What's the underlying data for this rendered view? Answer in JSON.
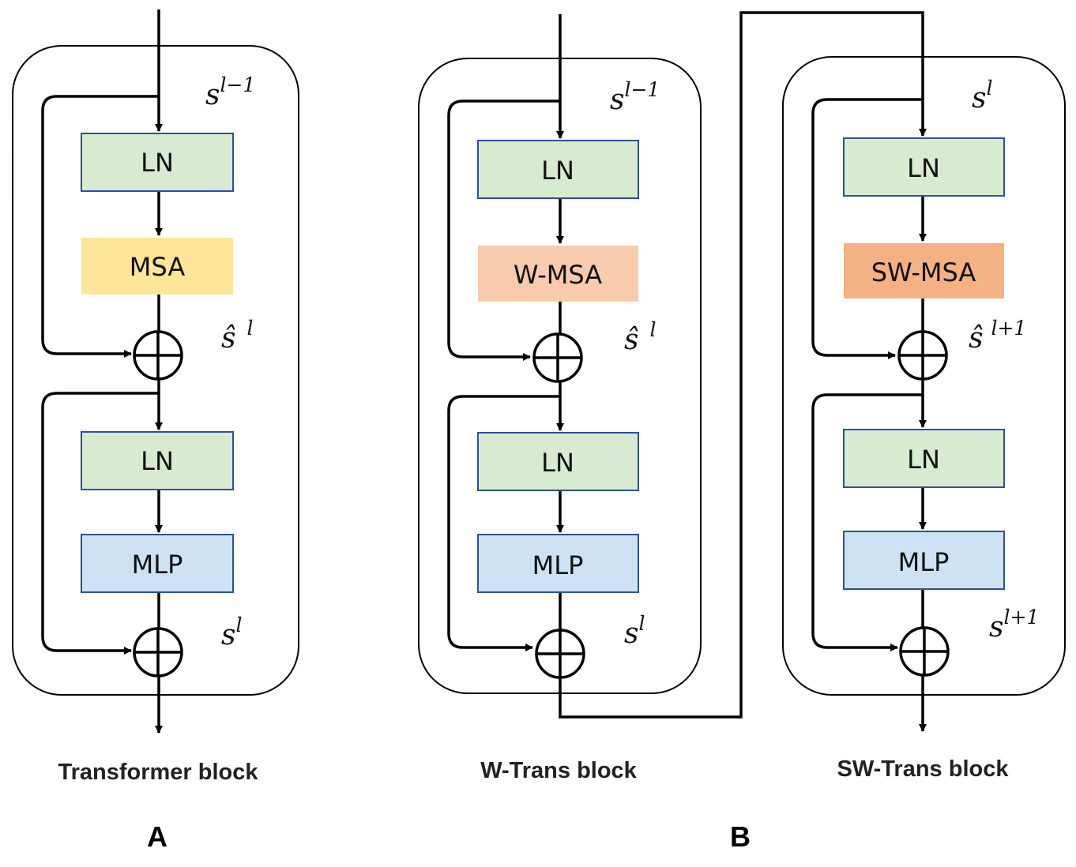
{
  "blocks": {
    "transformer": {
      "caption": "Transformer block",
      "ln1": "LN",
      "attn": "MSA",
      "ln2": "LN",
      "mlp": "MLP",
      "in_var": {
        "base": "s",
        "sup": "l−1"
      },
      "mid_var": {
        "base": "ŝ",
        "sup": "l"
      },
      "out_var": {
        "base": "s",
        "sup": "l"
      }
    },
    "w_trans": {
      "caption": "W-Trans block",
      "ln1": "LN",
      "attn": "W-MSA",
      "ln2": "LN",
      "mlp": "MLP",
      "in_var": {
        "base": "s",
        "sup": "l−1"
      },
      "mid_var": {
        "base": "ŝ",
        "sup": "l"
      },
      "out_var": {
        "base": "s",
        "sup": "l"
      }
    },
    "sw_trans": {
      "caption": "SW-Trans block",
      "ln1": "LN",
      "attn": "SW-MSA",
      "ln2": "LN",
      "mlp": "MLP",
      "in_var": {
        "base": "s",
        "sup": "l"
      },
      "mid_var": {
        "base": "ŝ",
        "sup": "l+1"
      },
      "out_var": {
        "base": "s",
        "sup": "l+1"
      }
    }
  },
  "panel_labels": {
    "a": "A",
    "b": "B"
  },
  "colors": {
    "ln": "#d9ead3",
    "mlp": "#cfe2f3",
    "msa": "#ffe599",
    "w_msa": "#f8cbad",
    "sw_msa": "#f4b183",
    "box_border": "#2f4f9a"
  }
}
